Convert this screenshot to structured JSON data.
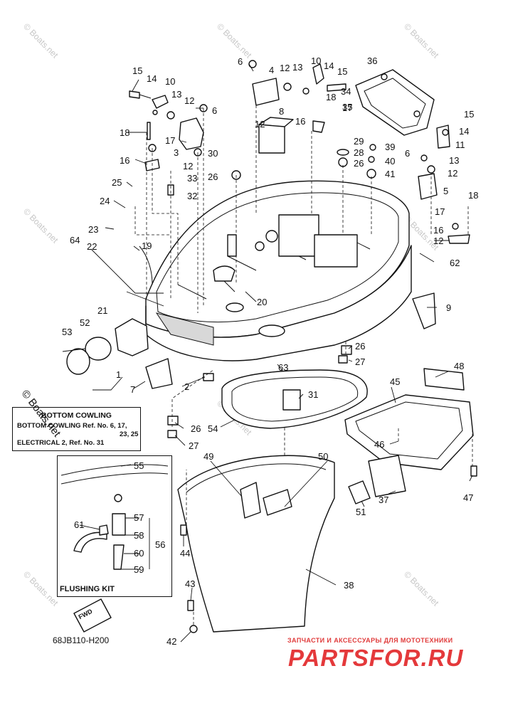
{
  "watermark": "© Boats.net",
  "logo_rotated": "© Boats.net",
  "diagram_code": "68JB110-H200",
  "label_plate": {
    "title": "BOTTOM COWLING",
    "line1": "BOTTOM COWLING  Ref. No. 6, 17,",
    "line2": "23, 25",
    "line3": "ELECTRICAL 2,  Ref. No. 31"
  },
  "flushing_kit": {
    "title": "FLUSHING KIT"
  },
  "fwd_tag": "FWD",
  "shop": {
    "tagline": "ЗАПЧАСТИ И АКСЕССУАРЫ ДЛЯ МОТОТЕХНИКИ",
    "logo": "PARTSFOR.RU"
  },
  "callouts": {
    "n1": "1",
    "n2": "2",
    "n3": "3",
    "n4": "4",
    "n5": "5",
    "n6a": "6",
    "n6b": "6",
    "n6c": "6",
    "n7": "7",
    "n8": "8",
    "n9": "9",
    "n10a": "10",
    "n10b": "10",
    "n11": "11",
    "n12a": "12",
    "n12b": "12",
    "n12c": "12",
    "n12d": "12",
    "n12e": "12",
    "n12f": "12",
    "n13a": "13",
    "n13b": "13",
    "n13c": "13",
    "n14a": "14",
    "n14b": "14",
    "n14c": "14",
    "n15a": "15",
    "n15b": "15",
    "n15c": "15",
    "n16a": "16",
    "n16b": "16",
    "n16c": "16",
    "n17a": "17",
    "n17b": "17",
    "n18a": "18",
    "n18b": "18",
    "n18c": "18",
    "n19": "19",
    "n20": "20",
    "n21": "21",
    "n22": "22",
    "n23": "23",
    "n24": "24",
    "n25": "25",
    "n26a": "26",
    "n26b": "26",
    "n26c": "26",
    "n26d": "26",
    "n27a": "27",
    "n27b": "27",
    "n28": "28",
    "n29": "29",
    "n30": "30",
    "n31": "31",
    "n32": "32",
    "n33": "33",
    "n34": "34",
    "n35": "35",
    "n36": "36",
    "n37": "37",
    "n38": "38",
    "n39": "39",
    "n40": "40",
    "n41": "41",
    "n42": "42",
    "n43": "43",
    "n44": "44",
    "n45": "45",
    "n46": "46",
    "n47": "47",
    "n48": "48",
    "n49": "49",
    "n50": "50",
    "n51": "51",
    "n52": "52",
    "n53": "53",
    "n54": "54",
    "n55": "55",
    "n56": "56",
    "n57": "57",
    "n58": "58",
    "n59": "59",
    "n60": "60",
    "n61": "61",
    "n62": "62",
    "n63": "63",
    "n64": "64"
  }
}
